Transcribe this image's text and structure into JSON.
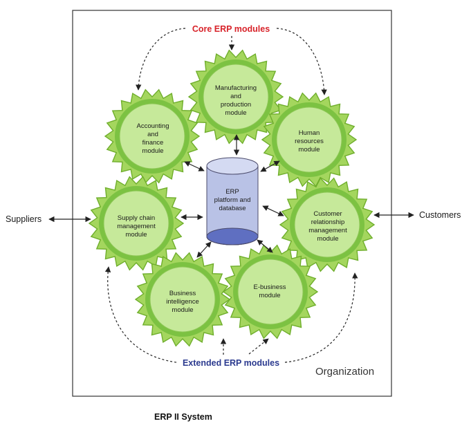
{
  "diagram": {
    "core_label": "Core ERP modules",
    "extended_label": "Extended ERP modules",
    "organization_label": "Organization",
    "suppliers_label": "Suppliers",
    "customers_label": "Customers",
    "database_label": [
      "ERP",
      "platform and",
      "database"
    ],
    "modules": [
      {
        "id": "manufacturing",
        "lines": [
          "Manufacturing",
          "and",
          "production",
          "module"
        ]
      },
      {
        "id": "accounting",
        "lines": [
          "Accounting",
          "and",
          "finance",
          "module"
        ]
      },
      {
        "id": "hr",
        "lines": [
          "Human",
          "resources",
          "module"
        ]
      },
      {
        "id": "supply-chain",
        "lines": [
          "Supply chain",
          "management",
          "module"
        ]
      },
      {
        "id": "crm",
        "lines": [
          "Customer",
          "relationship",
          "management",
          "module"
        ]
      },
      {
        "id": "bi",
        "lines": [
          "Business",
          "intelligence",
          "module"
        ]
      },
      {
        "id": "ebusiness",
        "lines": [
          "E-business",
          "module"
        ]
      }
    ],
    "colors": {
      "core_label": "#d8232a",
      "extended_label": "#2b3a8f",
      "gear": "#a4d65e",
      "gear_inner": "#c6e99a",
      "database_fill": "#b9c2e6",
      "database_top": "#d4daf2",
      "database_bottom": "#5f6fc1"
    }
  },
  "caption": "ERP II System"
}
